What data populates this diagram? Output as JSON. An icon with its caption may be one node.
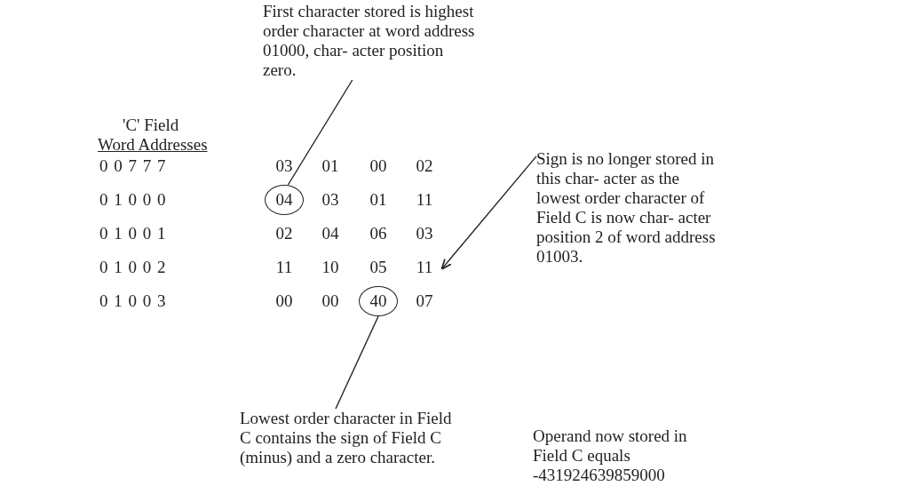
{
  "diagram": {
    "nodes": [
      {
        "text": [
          "First character stored is highest order character at word address 01000, char- acter position zero."
        ]
      },
      {
        "text": [
          "04"
        ]
      },
      {
        "text": [
          "Sign is no longer stored in this char- acter as the lowest order character of Field C is now char- acter position 2 of word address 01003."
        ]
      },
      {
        "text": [
          "11"
        ]
      },
      {
        "text": [
          "40"
        ]
      },
      {
        "text": [
          "Lowest order character in Field C contains the sign of Field C (minus) and a zero character."
        ]
      }
    ],
    "edges": [
      {
        "from": 0,
        "to": 1,
        "arrow": "none"
      },
      {
        "from": 2,
        "to": 3,
        "arrow": "to"
      },
      {
        "from": 5,
        "to": 4,
        "arrow": "none"
      }
    ],
    "labels": [
      "'C' Field",
      "Word Addresses",
      "0 0 7 7 7",
      "03",
      "01",
      "00",
      "02",
      "0 1 0 0 0",
      "03",
      "01",
      "11",
      "0 1 0 0 1",
      "02",
      "04",
      "06",
      "03",
      "0 1 0 0 2",
      "11",
      "10",
      "05",
      "0 1 0 0 3",
      "00",
      "00",
      "07",
      "Operand now stored in Field C equals -431924639859000"
    ]
  }
}
